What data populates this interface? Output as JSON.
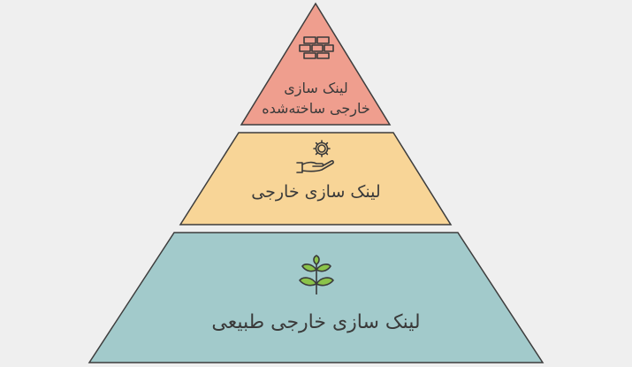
{
  "diagram": {
    "levels": [
      {
        "label_line1": "لینک سازی",
        "label_line2": "خارجی ساخته‌شده",
        "fill": "#ef9e8e",
        "icon": "bricks-icon"
      },
      {
        "label_line1": "لینک سازی خارجی",
        "fill": "#f8d597",
        "icon": "hand-gear-icon"
      },
      {
        "label_line1": "لینک سازی خارجی طبیعی",
        "fill": "#a2cacb",
        "icon": "sprout-icon"
      }
    ],
    "stroke_color": "#3d3d3d"
  }
}
